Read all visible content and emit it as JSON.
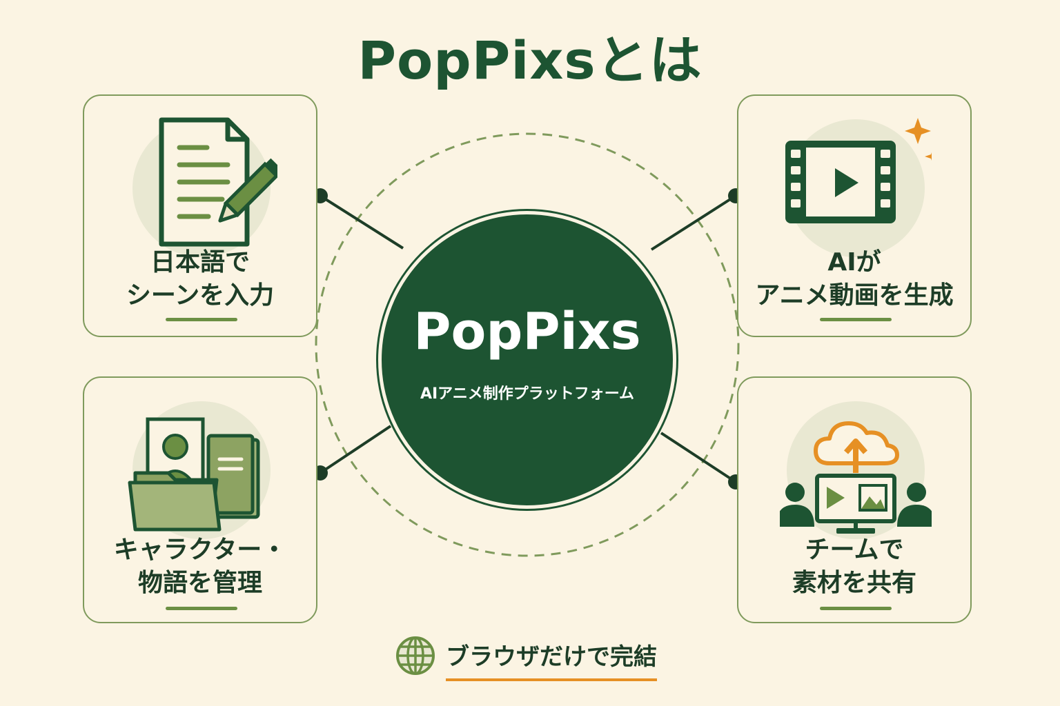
{
  "title": "PopPixsとは",
  "hub": {
    "name": "PopPixs",
    "subtitle": "AIアニメ制作プラットフォーム"
  },
  "cards": [
    {
      "icon": "document-pencil-icon",
      "line1": "日本語で",
      "line2": "シーンを入力"
    },
    {
      "icon": "film-play-sparkle-icon",
      "line1": "AIが",
      "line2": "アニメ動画を生成"
    },
    {
      "icon": "folder-portrait-book-icon",
      "line1": "キャラクター・",
      "line2": "物語を管理"
    },
    {
      "icon": "cloud-upload-team-monitor-icon",
      "line1": "チームで",
      "line2": "素材を共有"
    }
  ],
  "footer": {
    "icon": "globe-icon",
    "text": "ブラウザだけで完結"
  },
  "colors": {
    "background": "#fbf4e3",
    "primary_green": "#1d5432",
    "card_border": "#7f9a5c",
    "accent_orange": "#e69024",
    "icon_green": "#6b8f43"
  }
}
